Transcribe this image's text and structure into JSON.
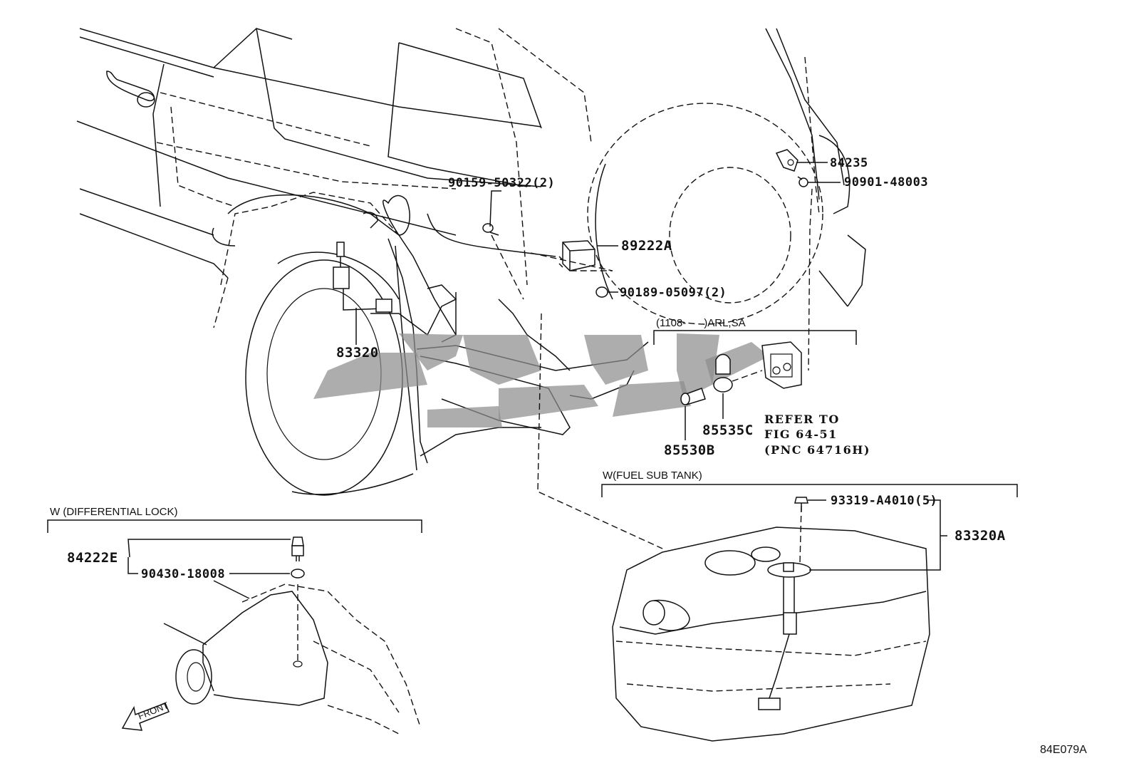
{
  "diagram_id": "84E079A",
  "groups": {
    "arl_sa": "(1108-      )ARL,SA",
    "fuel_sub_tank": "W(FUEL SUB TANK)",
    "differential_lock": "W (DIFFERENTIAL LOCK)"
  },
  "parts": {
    "p84235": "84235",
    "p90901_48003": "90901-48003",
    "p90159_50322": "90159-50322(2)",
    "p89222A": "89222A",
    "p90189_05097": "90189-05097(2)",
    "p83320": "83320",
    "p85535C": "85535C",
    "p85530B": "85530B",
    "p93319_A4010": "93319-A4010(5)",
    "p83320A": "83320A",
    "p84222E": "84222E",
    "p90430_18008": "90430-18008"
  },
  "refer": {
    "line1": "REFER TO",
    "line2": "FIG 64-51",
    "line3": "(PNC 64716H)"
  },
  "front_label": "FRONT"
}
